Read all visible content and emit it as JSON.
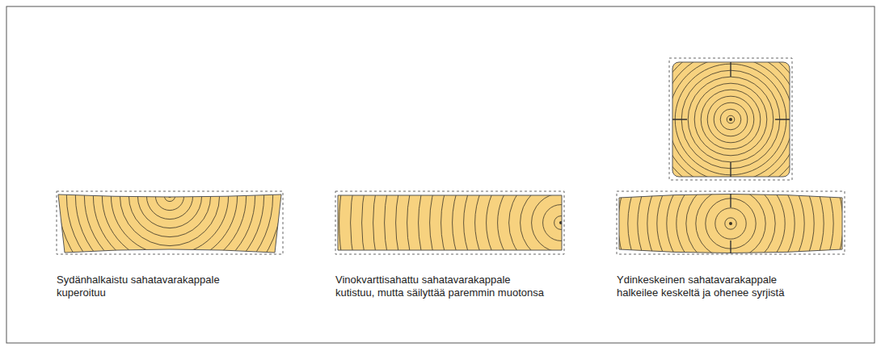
{
  "diagram": {
    "labels": [
      "Sydänhalkaistu sahatavarakappale kuperoituu",
      "Vinokvarttisahattu sahatavarakappale kutistuu, mutta säilyttää paremmin muotonsa",
      "Ydinkeskeinen sahatavarakappale halkeilee keskeltä ja ohenee syrjistä"
    ]
  }
}
